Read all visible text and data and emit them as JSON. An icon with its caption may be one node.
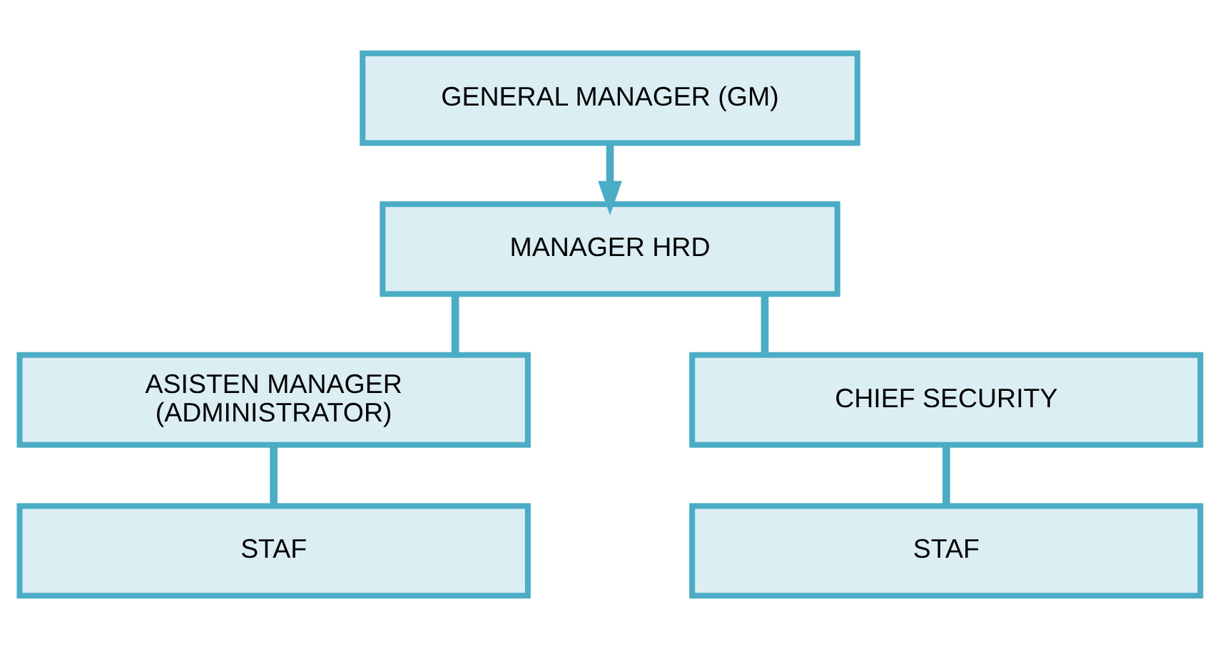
{
  "diagram": {
    "nodes": [
      {
        "text": [
          "GENERAL MANAGER (GM)"
        ]
      },
      {
        "text": [
          "MANAGER HRD"
        ]
      },
      {
        "text": [
          "ASISTEN MANAGER (ADMINISTRATOR)"
        ]
      },
      {
        "text": [
          "CHIEF SECURITY"
        ]
      },
      {
        "text": [
          "STAF"
        ]
      },
      {
        "text": [
          "STAF"
        ]
      }
    ],
    "edges": [
      {
        "from": 0,
        "to": 1,
        "arrow": "to"
      },
      {
        "from": 1,
        "to": 2,
        "arrow": "none"
      },
      {
        "from": 1,
        "to": 3,
        "arrow": "none"
      },
      {
        "from": 2,
        "to": 4,
        "arrow": "none"
      },
      {
        "from": 3,
        "to": 5,
        "arrow": "none"
      }
    ]
  }
}
